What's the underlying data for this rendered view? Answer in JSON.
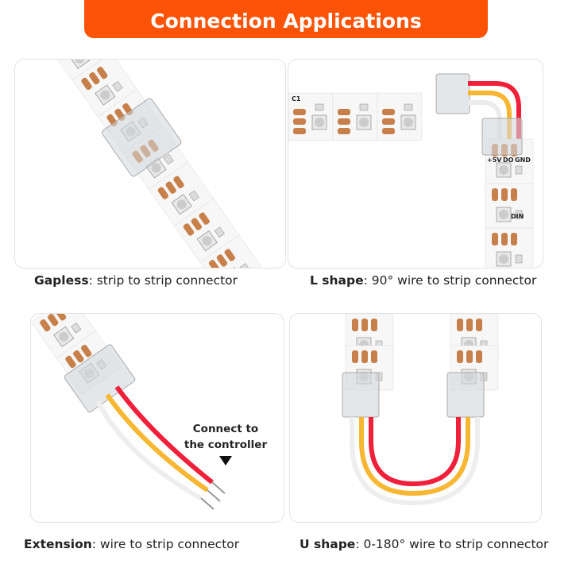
{
  "header": {
    "title": "Connection Applications"
  },
  "strip_labels": {
    "v": "+5V",
    "do": "DO",
    "gnd": "GND",
    "c1": "C1",
    "din": "DIN"
  },
  "panels": [
    {
      "bold": "Gapless",
      "rest": ": strip to strip connector"
    },
    {
      "bold": "L shape",
      "rest": ": 90° wire to strip connector"
    },
    {
      "bold": "Extension",
      "rest": ": wire to strip connector",
      "note_line1": "Connect to",
      "note_line2": "the controller"
    },
    {
      "bold": "U shape",
      "rest": ": 0-180° wire to strip connector"
    }
  ],
  "colors": {
    "accent": "#fd5307",
    "pad": "#c8804a",
    "wire_red": "#f0203a",
    "wire_yellow": "#f7b733",
    "wire_white": "#f4f4f4"
  }
}
